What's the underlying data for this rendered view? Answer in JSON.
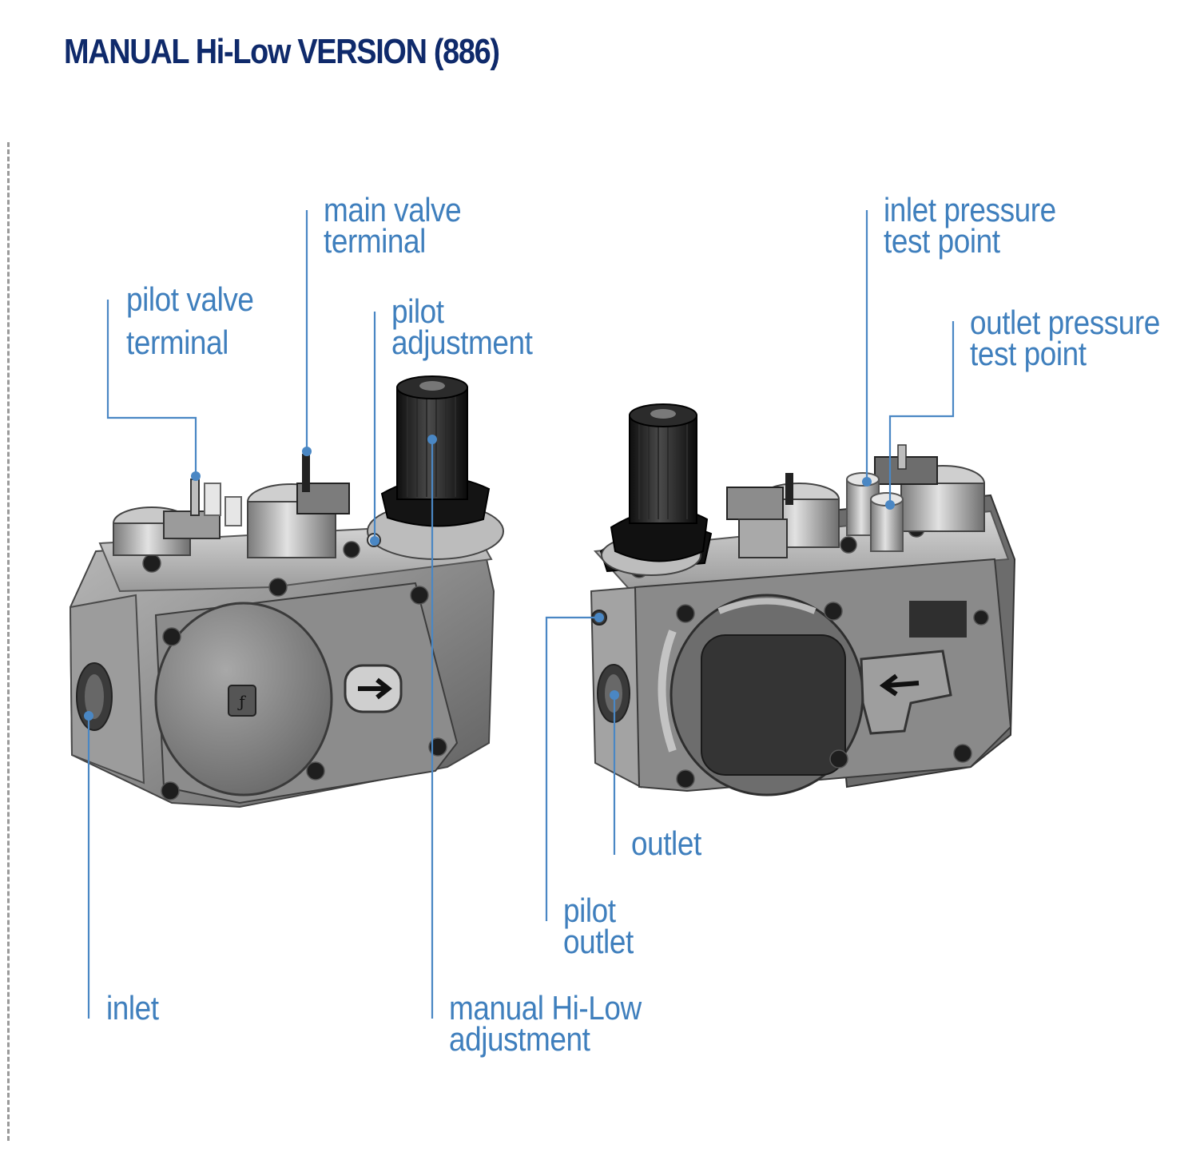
{
  "title": "MANUAL Hi-Low VERSION (886)",
  "colors": {
    "title": "#0f2a6b",
    "label": "#3f7fbd",
    "leader": "#4a87c4",
    "valve_body": "#8a8a8a",
    "valve_dark": "#1c1c1c"
  },
  "labels": {
    "main_valve_terminal": [
      "main valve",
      "terminal"
    ],
    "pilot_valve_terminal": [
      "pilot valve",
      "terminal"
    ],
    "pilot_adjustment": [
      "pilot",
      "adjustment"
    ],
    "inlet_pressure_test_point": [
      "inlet pressure",
      "test point"
    ],
    "outlet_pressure_test_point": [
      "outlet pressure",
      "test point"
    ],
    "outlet": [
      "outlet"
    ],
    "pilot_outlet": [
      "pilot",
      "outlet"
    ],
    "inlet": [
      "inlet"
    ],
    "manual_hi_low_adjustment": [
      "manual Hi-Low",
      "adjustment"
    ]
  }
}
